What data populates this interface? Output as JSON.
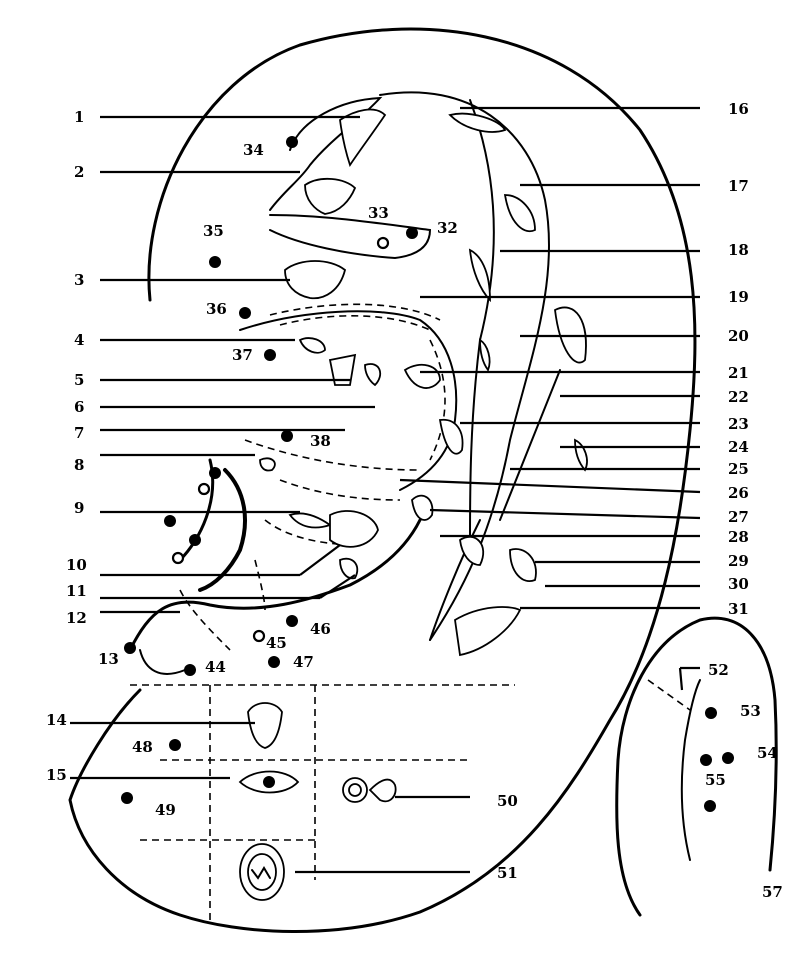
{
  "left_labels": [
    "1",
    "2",
    "3",
    "4",
    "5",
    "6",
    "7",
    "8",
    "9",
    "10",
    "11",
    "12",
    "13",
    "14",
    "15"
  ],
  "right_labels": [
    "16",
    "17",
    "18",
    "19",
    "20",
    "21",
    "22",
    "23",
    "24",
    "25",
    "26",
    "27",
    "28",
    "29",
    "30",
    "31"
  ],
  "point_labels": [
    "32",
    "33",
    "34",
    "35",
    "36",
    "37",
    "38",
    "44",
    "45",
    "46",
    "47",
    "48",
    "49"
  ],
  "bottom_labels": [
    "50",
    "51"
  ],
  "back_labels": [
    "52",
    "53",
    "54",
    "55",
    "57"
  ]
}
